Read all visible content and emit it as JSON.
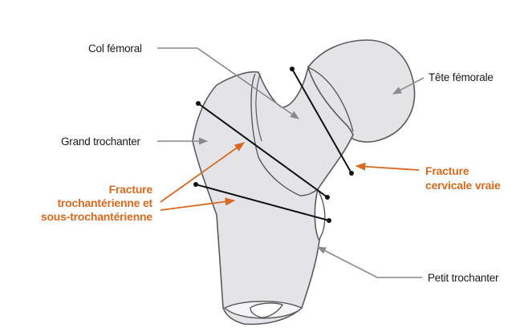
{
  "labels": {
    "col_femoral": "Col fémoral",
    "tete_femorale": "Tête fémorale",
    "grand_trochanter": "Grand trochanter",
    "petit_trochanter": "Petit trochanter",
    "fracture_trochanterienne": {
      "line1": "Fracture",
      "line2": "trochantérienne et",
      "line3": "sous-trochantérienne"
    },
    "fracture_cervicale": {
      "line1": "Fracture",
      "line2": "cervicale vraie"
    }
  },
  "colors": {
    "accent": "#d8691e",
    "bone_fill": "#e4e4e8",
    "bone_stroke": "#5a5a5e",
    "leader": "#8a8a8a",
    "fracture_line": "#111111"
  }
}
